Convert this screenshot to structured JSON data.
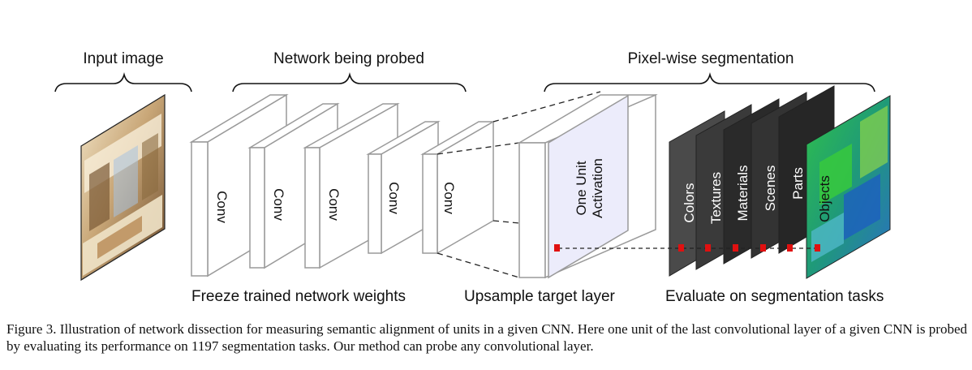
{
  "headers": {
    "input": "Input image",
    "network": "Network being probed",
    "segmentation": "Pixel-wise segmentation"
  },
  "conv_layers": [
    "Conv",
    "Conv",
    "Conv",
    "Conv",
    "Conv"
  ],
  "activation": {
    "line1": "One Unit",
    "line2": "Activation"
  },
  "tasks": [
    "Colors",
    "Textures",
    "Materials",
    "Scenes",
    "Parts",
    "Objects"
  ],
  "bottom_labels": {
    "freeze": "Freeze trained network weights",
    "upsample": "Upsample target layer",
    "evaluate": "Evaluate on segmentation tasks"
  },
  "caption": "Figure 3. Illustration of network dissection for measuring semantic alignment of units in a given CNN. Here one unit of the last convolutional layer of a given CNN is probed by evaluating its performance on 1197 segmentation tasks. Our method can probe any convolutional layer.",
  "colors": {
    "layer_stroke": "#9a9a9a",
    "activation_fill": "#ececfb",
    "task_fills": [
      "#4a4a4a",
      "#3a3a3a",
      "#2a2a2a",
      "#333333",
      "#262626"
    ],
    "marker": "#e01010"
  }
}
